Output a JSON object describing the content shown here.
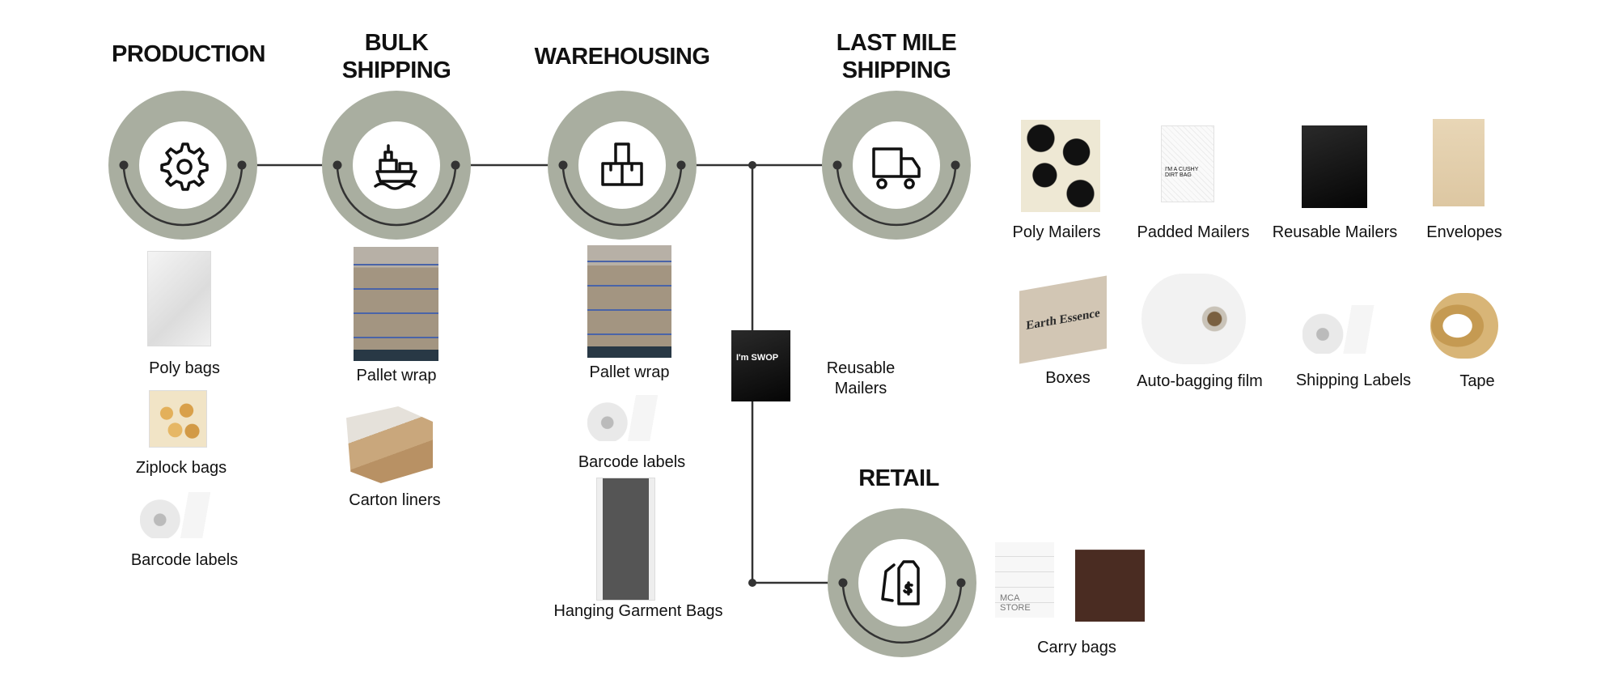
{
  "colors": {
    "ring": "#a9ae a0",
    "line": "#333333"
  },
  "stages": [
    {
      "title_lines": [
        "PRODUCTION"
      ],
      "icon": "gear-icon"
    },
    {
      "title_lines": [
        "BULK",
        "SHIPPING"
      ],
      "icon": "ship-icon"
    },
    {
      "title_lines": [
        "WAREHOUSING"
      ],
      "icon": "boxes-icon"
    },
    {
      "title_lines": [
        "LAST MILE",
        "SHIPPING"
      ],
      "icon": "truck-icon"
    },
    {
      "title_lines": [
        "RETAIL"
      ],
      "icon": "price-tag-icon"
    }
  ],
  "production": {
    "items": [
      "Poly bags",
      "Ziplock bags",
      "Barcode labels"
    ]
  },
  "bulk_shipping": {
    "items": [
      "Pallet wrap",
      "Carton liners"
    ]
  },
  "warehousing": {
    "items": [
      "Pallet wrap",
      "Barcode labels",
      "Hanging Garment Bags"
    ]
  },
  "branch": {
    "label_lines": [
      "Reusable",
      "Mailers"
    ]
  },
  "last_mile": {
    "items": [
      "Poly Mailers",
      "Padded Mailers",
      "Reusable Mailers",
      "Envelopes",
      "Boxes",
      "Auto-bagging film",
      "Shipping Labels",
      "Tape"
    ]
  },
  "retail": {
    "items": [
      "Carry bags"
    ]
  },
  "product_lettering": {
    "swop": "I'm SWOP",
    "padded": "I'M A CUSHY DIRT BAG",
    "box": "Earth Essence",
    "mca": "MCA STORE"
  }
}
